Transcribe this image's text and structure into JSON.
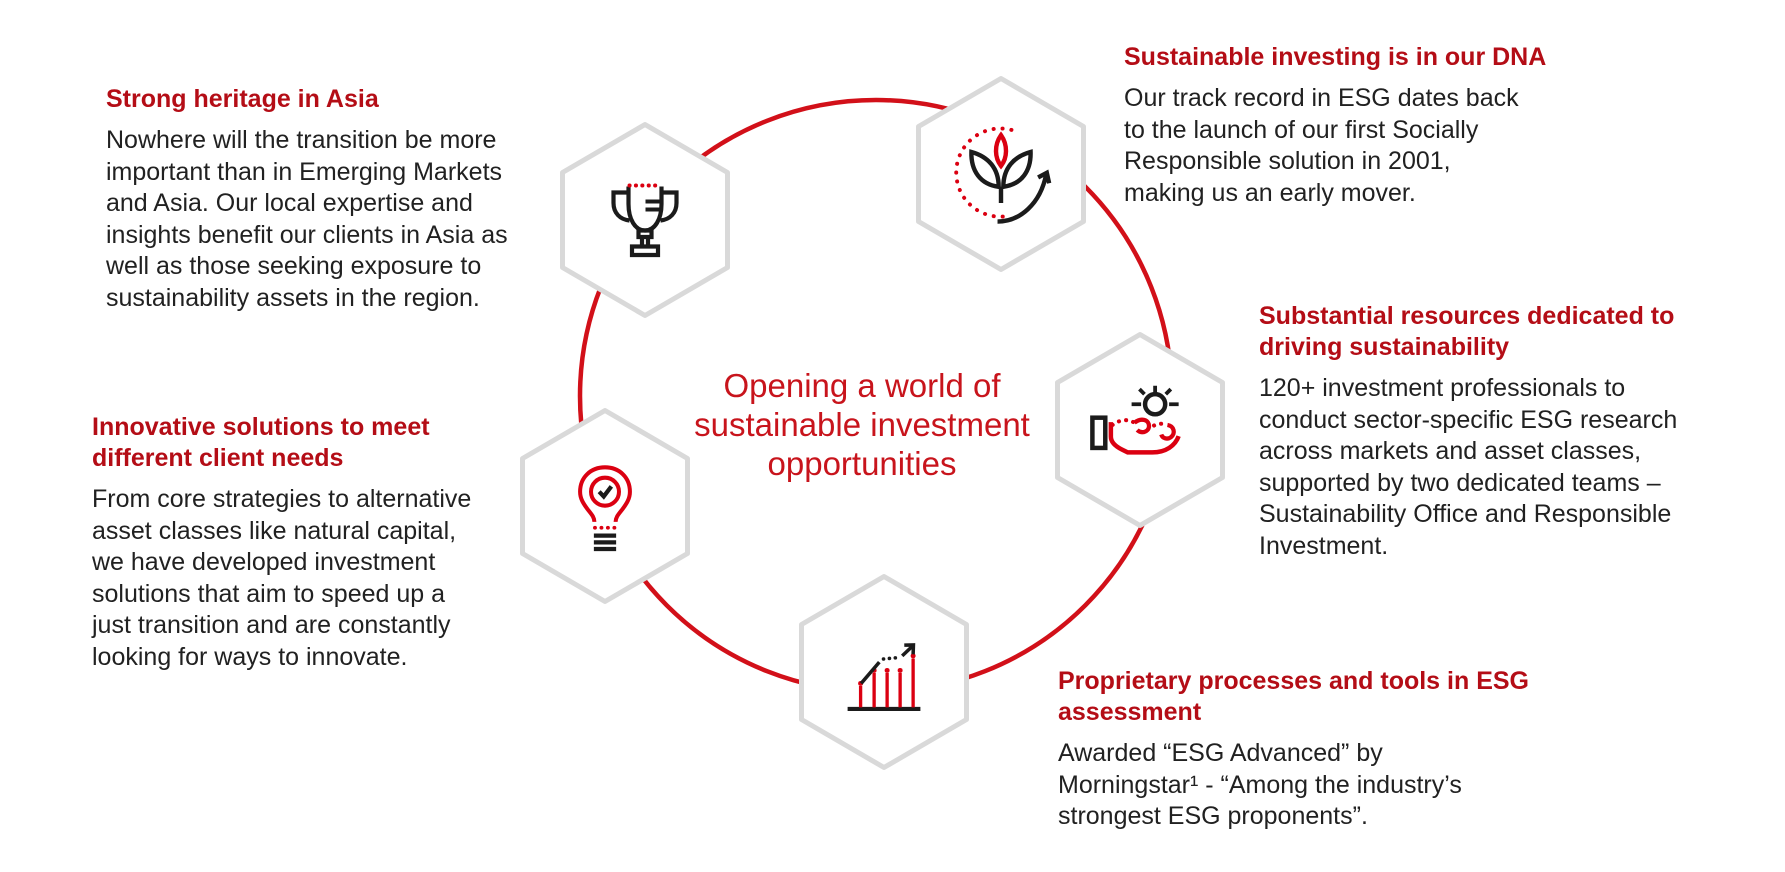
{
  "colors": {
    "heading-red": "#b40d16",
    "center-red": "#c8141c",
    "ring-red": "#d21019",
    "accent-red": "#db0011",
    "icon-black": "#1b1b1b",
    "body-ink": "#212121",
    "hex-border": "#d9d9d9",
    "page-bg": "#ffffff"
  },
  "center": {
    "title": "Opening a world of\nsustainable investment\nopportunities"
  },
  "sections": [
    {
      "id": "strong-heritage",
      "icon": "trophy-icon",
      "heading": "Strong heritage in Asia",
      "body": "Nowhere will the transition be more\nimportant than in Emerging Markets\nand Asia. Our local expertise and\ninsights benefit our clients in Asia as\nwell as those seeking exposure to\nsustainability assets in the region."
    },
    {
      "id": "sustainable-dna",
      "icon": "lotus-sprout-icon",
      "heading": "Sustainable investing is in our DNA",
      "body": "Our track record in ESG dates back\nto the launch of our first Socially\nResponsible solution in 2001,\nmaking us an early mover."
    },
    {
      "id": "substantial-resources",
      "icon": "hand-sun-icon",
      "heading": "Substantial resources dedicated to\ndriving sustainability",
      "body": "120+ investment professionals to\nconduct sector-specific ESG research\nacross markets and asset classes,\nsupported by two dedicated teams –\nSustainability Office and Responsible\nInvestment."
    },
    {
      "id": "proprietary-processes",
      "icon": "bar-chart-arrow-icon",
      "heading": "Proprietary processes and tools in ESG\nassessment",
      "body": "Awarded “ESG Advanced” by\nMorningstar¹ - “Among the industry’s\nstrongest ESG proponents”."
    },
    {
      "id": "innovative-solutions",
      "icon": "lightbulb-check-icon",
      "heading": "Innovative solutions to meet\ndifferent client needs",
      "body": "From core strategies to alternative\nasset classes like natural capital,\nwe have developed investment\nsolutions that aim to speed up a\njust transition and are constantly\nlooking for ways to innovate."
    }
  ]
}
